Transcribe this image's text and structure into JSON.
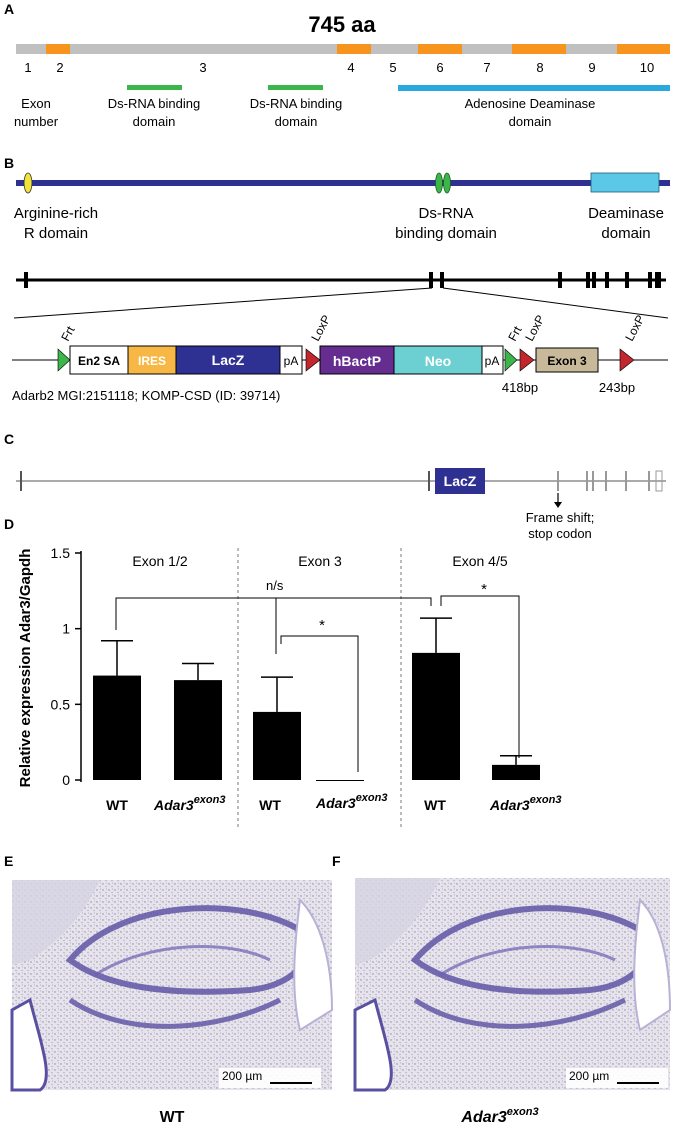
{
  "panels": {
    "a": "A",
    "b": "B",
    "c": "C",
    "d": "D",
    "e": "E",
    "f": "F"
  },
  "panelA": {
    "title": "745 aa",
    "exon_numbers": [
      "1",
      "2",
      "3",
      "4",
      "5",
      "6",
      "7",
      "8",
      "9",
      "10"
    ],
    "exon_number_label_line1": "Exon",
    "exon_number_label_line2": "number",
    "dsrbd1_line1": "Ds-RNA binding",
    "dsrbd1_line2": "domain",
    "dsrbd2_line1": "Ds-RNA binding",
    "dsrbd2_line2": "domain",
    "deaminase_line1": "Adenosine Deaminase",
    "deaminase_line2": "domain",
    "colors": {
      "grey": "#c0c0c0",
      "orange": "#f7941d",
      "green": "#3cb54a",
      "blue": "#29a9e0"
    }
  },
  "panelB": {
    "arginine_line1": "Arginine-rich",
    "arginine_line2": "R domain",
    "dsrbd_line1": "Ds-RNA",
    "dsrbd_line2": "binding domain",
    "deaminase_line1": "Deaminase",
    "deaminase_line2": "domain",
    "cassette": {
      "frt1": "Frt",
      "en2sa": "En2 SA",
      "ires": "IRES",
      "lacz": "LacZ",
      "pa1": "pA",
      "loxp1": "LoxP",
      "hbactp": "hBactP",
      "neo": "Neo",
      "pa2": "pA",
      "frt2": "Frt",
      "loxp2": "LoxP",
      "exon3": "Exon 3",
      "loxp3": "LoxP",
      "bp1": "418bp",
      "bp2": "243bp"
    },
    "allele_note": "Adarb2 MGI:2151118; KOMP-CSD (ID: 39714)",
    "colors": {
      "bar": "#2e3192",
      "yellow": "#f2e33a",
      "green": "#3cb54a",
      "lightblue": "#5bc8e8",
      "ires": "#f7b744",
      "lacz": "#2e3192",
      "hbactp": "#662d91",
      "neo": "#6ccfd2",
      "exon3": "#c8b99a",
      "loxp": "#c1272d",
      "frt": "#3cb54a"
    }
  },
  "panelC": {
    "lacz": "LacZ",
    "frame_shift_line1": "Frame shift;",
    "frame_shift_line2": "stop codon"
  },
  "panelD": {
    "group_labels": [
      "Exon 1/2",
      "Exon 3",
      "Exon 4/5"
    ],
    "ns_label": "n/s",
    "star": "*",
    "wt": "WT",
    "mut_base": "Adar3",
    "mut_sup": "exon3"
  },
  "chart_data": {
    "type": "bar",
    "ylabel": "Relative expression Adar3/Gapdh",
    "ylim": [
      0,
      1.5
    ],
    "yticks": [
      "0",
      "0.5",
      "1",
      "1.5"
    ],
    "groups": [
      "Exon 1/2",
      "Exon 3",
      "Exon 4/5"
    ],
    "categories": [
      "WT",
      "Adar3 exon3",
      "WT",
      "Adar3 exon3",
      "WT",
      "Adar3 exon3"
    ],
    "values": [
      0.69,
      0.66,
      0.45,
      0.0,
      0.84,
      0.1
    ],
    "errors": [
      0.23,
      0.11,
      0.23,
      0.0,
      0.23,
      0.06
    ]
  },
  "panelE": {
    "scale": "200 µm",
    "caption": "WT"
  },
  "panelF": {
    "scale": "200 µm",
    "caption_base": "Adar3",
    "caption_sup": "exon3"
  }
}
